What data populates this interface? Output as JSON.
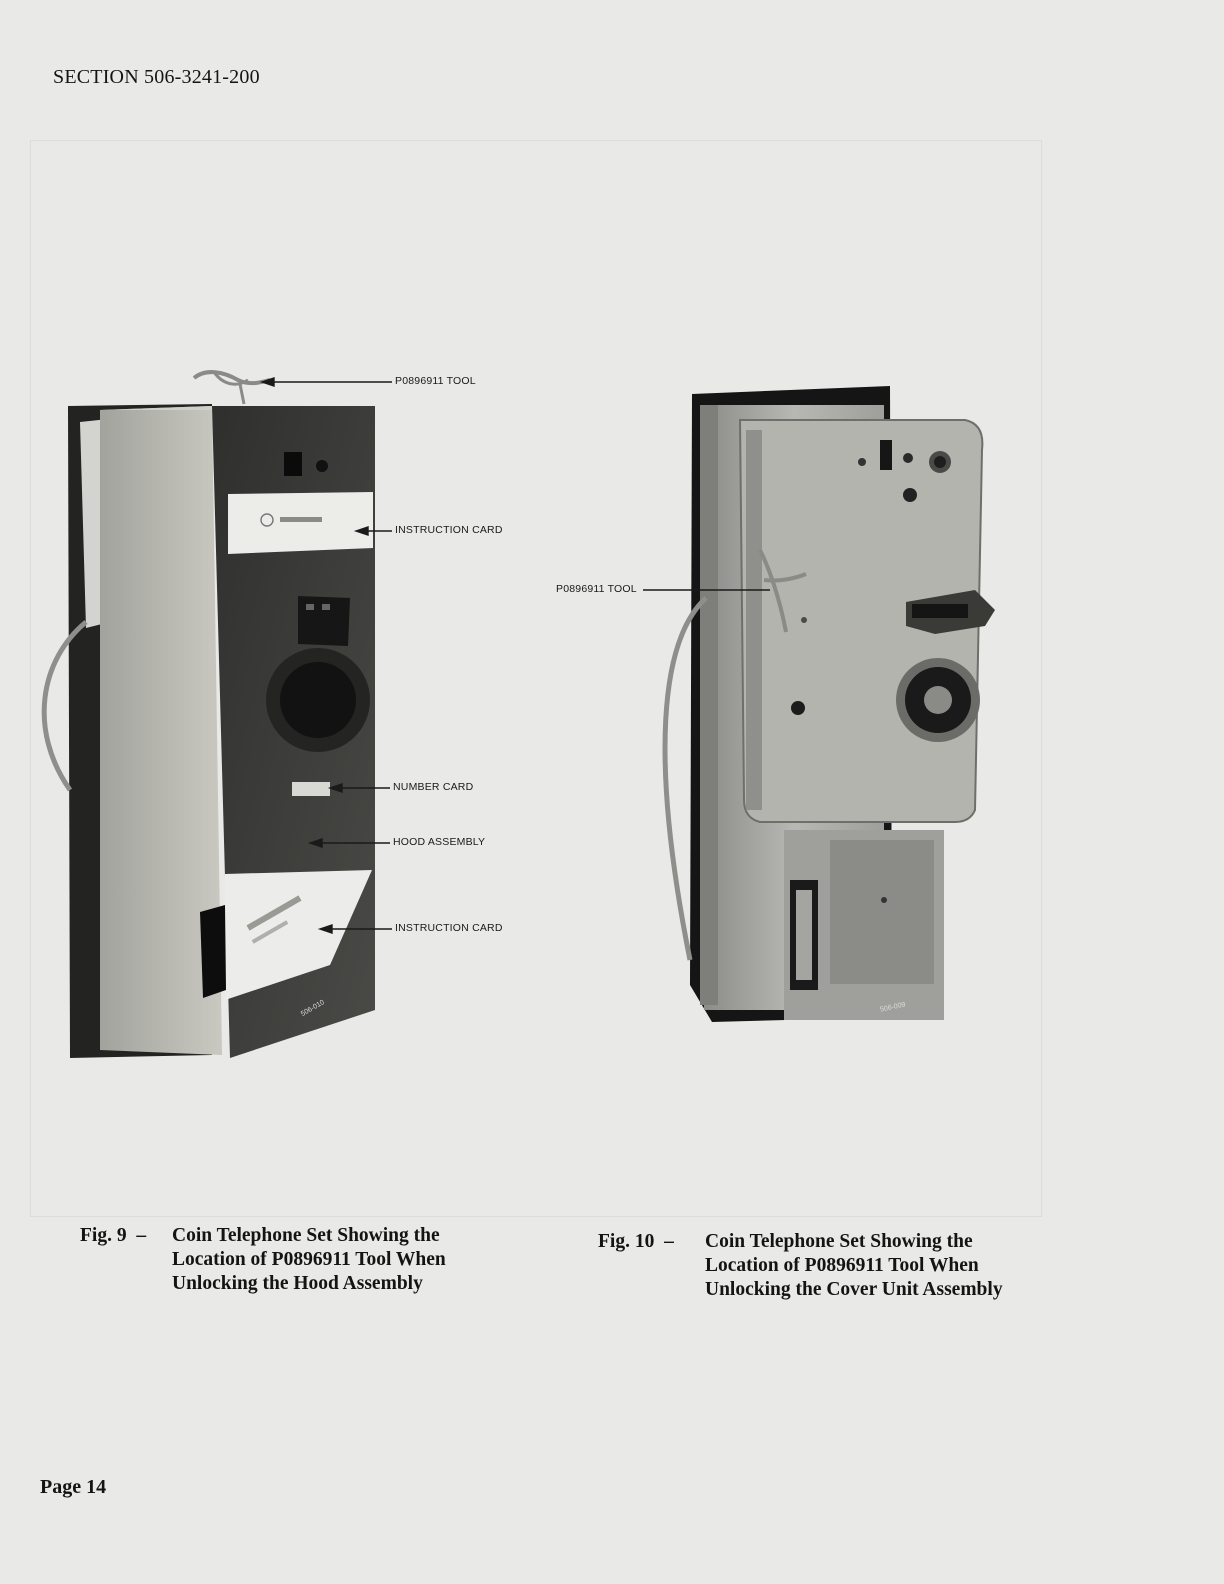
{
  "header": {
    "section": "SECTION 506-3241-200"
  },
  "fig9": {
    "label": "Fig. 9",
    "dash": "–",
    "caption_lines": [
      "Coin Telephone Set Showing the",
      "Location of P0896911 Tool When",
      "Unlocking the Hood Assembly"
    ],
    "callouts": {
      "tool": "P0896911 TOOL",
      "instruction_top": "INSTRUCTION CARD",
      "number_card": "NUMBER CARD",
      "hood_assembly": "HOOD ASSEMBLY",
      "instruction_bottom": "INSTRUCTION CARD"
    },
    "photo_id": "506-010"
  },
  "fig10": {
    "label": "Fig. 10",
    "dash": "–",
    "caption_lines": [
      "Coin Telephone Set Showing the",
      "Location of P0896911 Tool When",
      "Unlocking the Cover Unit Assembly"
    ],
    "callouts": {
      "tool": "P0896911 TOOL"
    },
    "photo_id": "506-009"
  },
  "footer": {
    "page": "Page 14"
  }
}
